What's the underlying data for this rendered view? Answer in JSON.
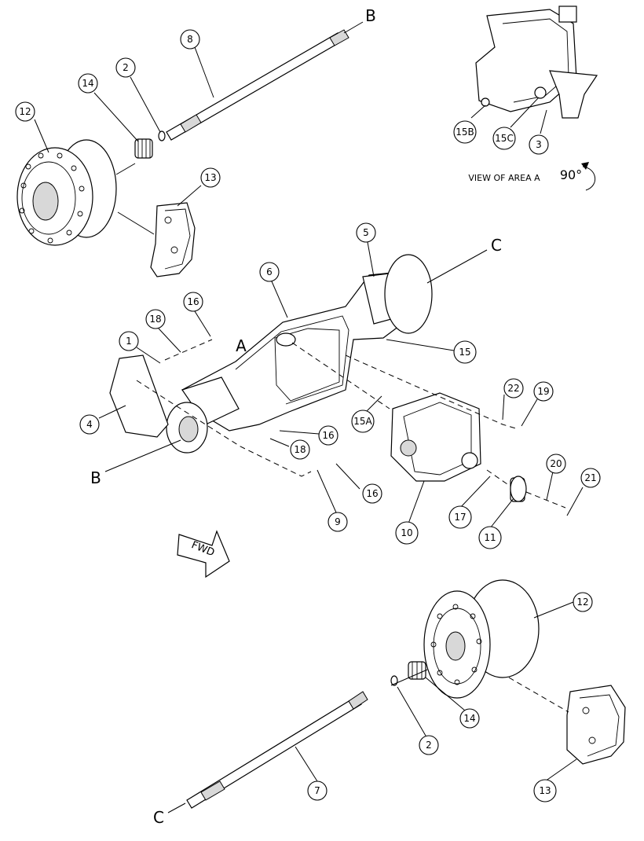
{
  "letters": {
    "a": "A",
    "b": "B",
    "c": "C"
  },
  "view_label": "VIEW OF AREA A",
  "rotation_label": "90°",
  "fwd_label": "FWD",
  "callouts": {
    "c8": "8",
    "c2_top": "2",
    "c14_top": "14",
    "c12_top": "12",
    "c13_top": "13",
    "c15B": "15B",
    "c15C": "15C",
    "c3": "3",
    "c5": "5",
    "c6": "6",
    "c16_a": "16",
    "c18_a": "18",
    "c1": "1",
    "c15": "15",
    "c4": "4",
    "c15A": "15A",
    "c16_b": "16",
    "c18_b": "18",
    "c16_c": "16",
    "c22": "22",
    "c19": "19",
    "c9": "9",
    "c10": "10",
    "c17": "17",
    "c20": "20",
    "c21": "21",
    "c11": "11",
    "c12_bot": "12",
    "c14_bot": "14",
    "c2_bot": "2",
    "c7": "7",
    "c13_bot": "13"
  }
}
